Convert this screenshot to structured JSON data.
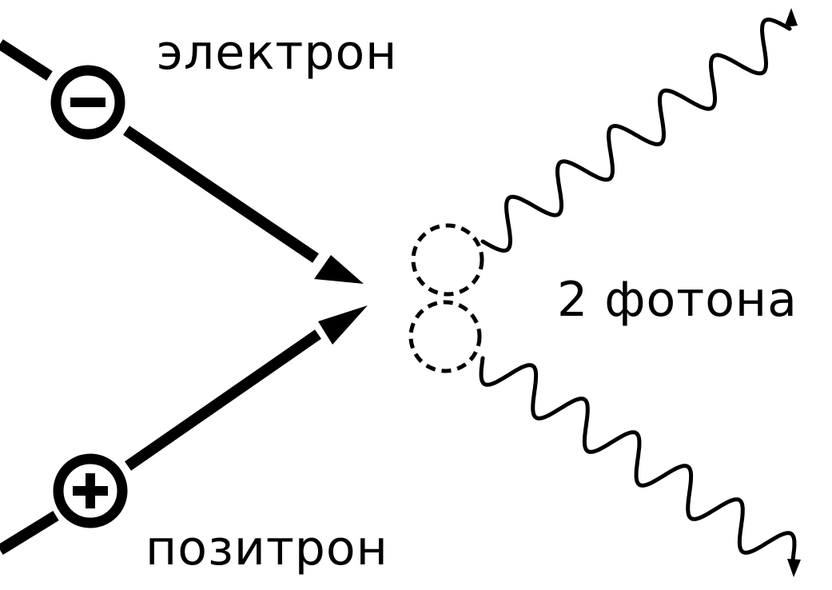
{
  "labels": {
    "electron": "электрон",
    "positron": "позитрон",
    "photons": "2 фотона"
  },
  "particles": {
    "electron": {
      "symbol": "minus-icon"
    },
    "positron": {
      "symbol": "plus-icon"
    }
  },
  "colors": {
    "ink": "#000000",
    "background": "#ffffff"
  }
}
